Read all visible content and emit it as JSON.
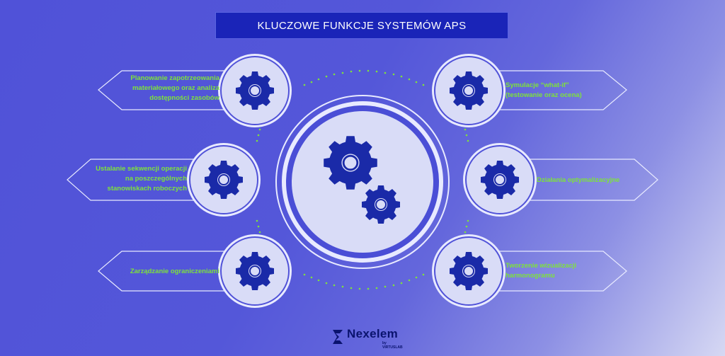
{
  "title": "KLUCZOWE FUNKCJE SYSTEMÓW APS",
  "items": [
    {
      "text": "Planowanie zapotrzeowania materiałowego oraz analiza dostępności zasobów"
    },
    {
      "text": "Ustalanie sekwencji operacji na poszczególnych stanowiskach roboczych"
    },
    {
      "text": "Zarządzanie ograniczeniami"
    },
    {
      "text": "Symulacje “what-if” (testowanie oraz ocena)"
    },
    {
      "text": "Działania optymalizacyjne"
    },
    {
      "text": "Tworzenie wizualizacji harmonogramu"
    }
  ],
  "logo": {
    "name": "Nexelem",
    "sub": "by VIRTUSLAB"
  },
  "colors": {
    "label": "#7ee33a",
    "gear": "#1a2aa8",
    "circle_fill": "#d9dcf7",
    "dots": "#7ee33a",
    "title_bg": "#1a24b8"
  }
}
